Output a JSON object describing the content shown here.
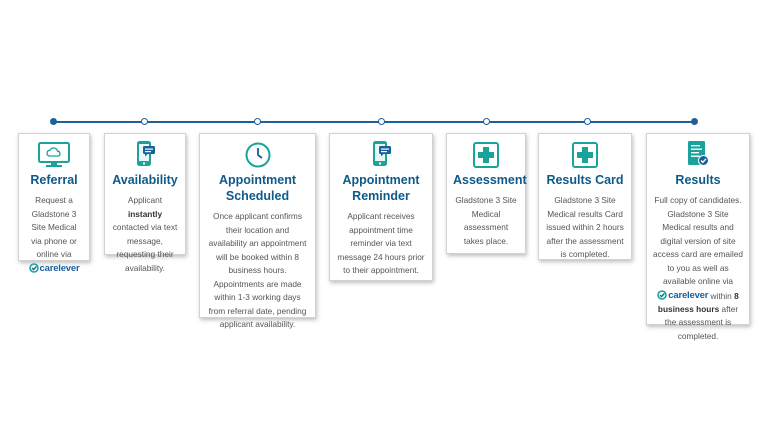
{
  "colors": {
    "accent": "#1f5f9a",
    "icon_teal": "#1aa39a",
    "title": "#0e5a8a"
  },
  "brand": {
    "name": "carelever"
  },
  "steps": [
    {
      "title": "Referral",
      "icon": "monitor-cloud-icon",
      "body_a": "Request a Gladstone 3 Site Medical via phone or online",
      "body_b": "via"
    },
    {
      "title": "Availability",
      "icon": "phone-message-icon",
      "body_a": "Applicant",
      "body_bold": "instantly",
      "body_b": "contacted via text message, requesting their availability."
    },
    {
      "title": "Appointment Scheduled",
      "icon": "clock-icon",
      "body": "Once applicant confirms their location and availability an appointment will be booked within 8 business hours. Appointments are made within 1-3 working days from referral date, pending applicant availability."
    },
    {
      "title": "Appointment Reminder",
      "icon": "phone-message-icon",
      "body": "Applicant receives appointment time reminder via text message 24 hours prior to their appointment."
    },
    {
      "title": "Assessment",
      "icon": "medical-cross-icon",
      "body": "Gladstone 3 Site Medical assessment takes place."
    },
    {
      "title": "Results Card",
      "icon": "medical-cross-icon",
      "body": "Gladstone 3 Site Medical results Card issued within 2 hours after the assessment is completed."
    },
    {
      "title": "Results",
      "icon": "document-check-icon",
      "body_a": "Full copy of candidates. Gladstone 3 Site Medical results and digital version of site access card are emailed to you as well as available online via",
      "body_b": "within",
      "body_bold": "8 business hours",
      "body_c": "after the assessment is completed."
    }
  ]
}
